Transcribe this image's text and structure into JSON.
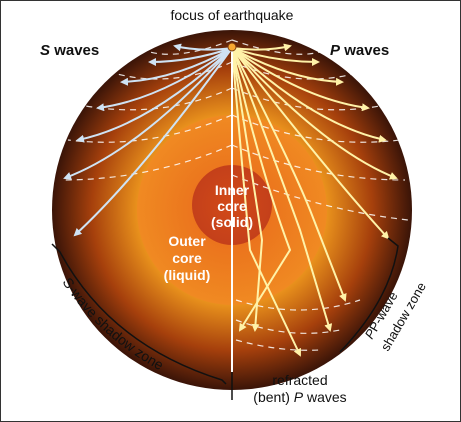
{
  "focus_label": "focus of earthquake",
  "s_waves": {
    "symbol": "S",
    "word": "waves"
  },
  "p_waves": {
    "symbol": "P",
    "word": "waves"
  },
  "inner_core": {
    "line1": "Inner",
    "line2": "core",
    "line3": "(solid)"
  },
  "outer_core": {
    "line1": "Outer",
    "line2": "core",
    "line3": "(liquid)"
  },
  "s_shadow": "S-wave shadow zone",
  "p_shadow": {
    "line1": "P-wave",
    "line2": "shadow zone"
  },
  "refracted": {
    "line1": "refracted",
    "line2_pre": "(bent) ",
    "line2_sym": "P",
    "line2_post": " waves"
  },
  "colors": {
    "mantle_outer": "#3a1408",
    "mantle_inner": "#f6b022",
    "outer_core": "#e45a12",
    "inner_core": "#c83a14",
    "s_ray": "#cfe3f4",
    "p_ray": "#fff2a8"
  }
}
